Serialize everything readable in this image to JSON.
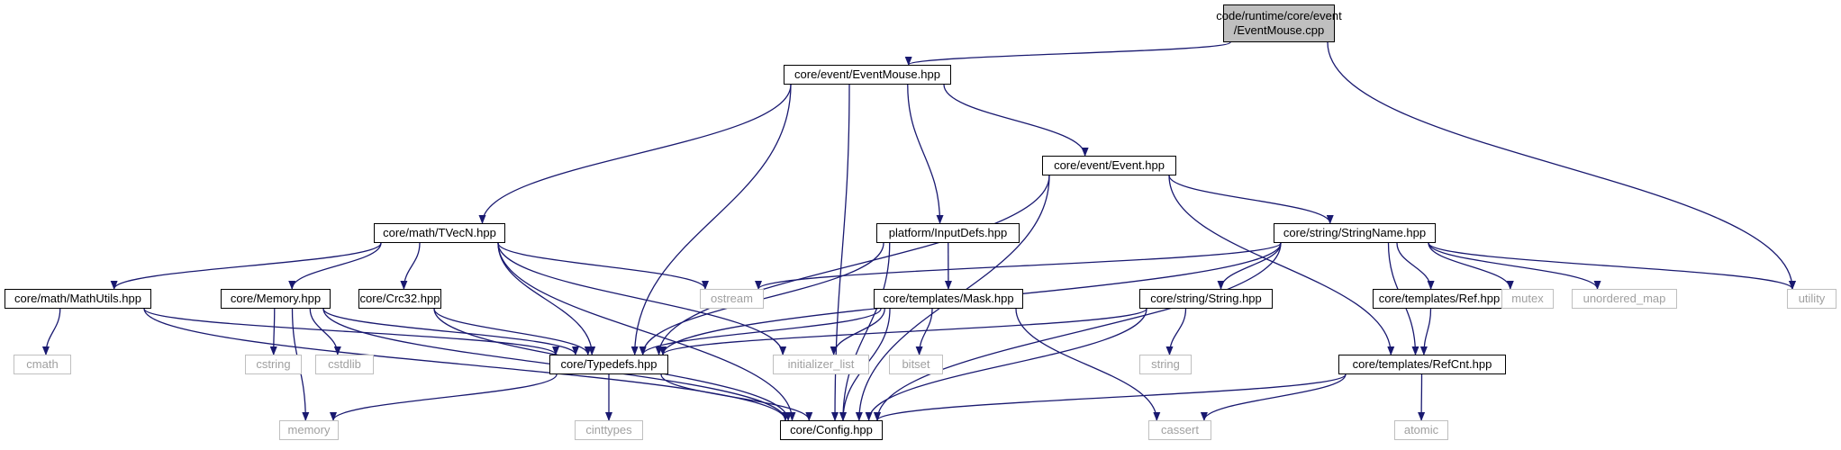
{
  "colors": {
    "edge": "#191970",
    "root_fill": "#bfbfbf",
    "external_border": "#bfbfbf",
    "external_text": "#a0a0a0"
  },
  "nodes": {
    "root": [
      "code/runtime/core/event",
      "/EventMouse.cpp"
    ],
    "event_mouse_hpp": "core/event/EventMouse.hpp",
    "event_hpp": "core/event/Event.hpp",
    "tvecn_hpp": "core/math/TVecN.hpp",
    "input_defs_hpp": "platform/InputDefs.hpp",
    "string_name_hpp": "core/string/StringName.hpp",
    "math_utils_hpp": "core/math/MathUtils.hpp",
    "memory_hpp": "core/Memory.hpp",
    "crc32_hpp": "core/Crc32.hpp",
    "ostream": "ostream",
    "mask_hpp": "core/templates/Mask.hpp",
    "string_hpp": "core/string/String.hpp",
    "ref_hpp": "core/templates/Ref.hpp",
    "mutex": "mutex",
    "unordered_map": "unordered_map",
    "utility": "utility",
    "cmath": "cmath",
    "cstring": "cstring",
    "cstdlib": "cstdlib",
    "typedefs_hpp": "core/Typedefs.hpp",
    "initializer_list": "initializer_list",
    "bitset": "bitset",
    "string": "string",
    "refcnt_hpp": "core/templates/RefCnt.hpp",
    "memory": "memory",
    "cinttypes": "cinttypes",
    "config_hpp": "core/Config.hpp",
    "cassert": "cassert",
    "atomic": "atomic"
  },
  "edges": [
    [
      "root",
      "event_mouse_hpp"
    ],
    [
      "root",
      "utility"
    ],
    [
      "event_mouse_hpp",
      "tvecn_hpp"
    ],
    [
      "event_mouse_hpp",
      "typedefs_hpp"
    ],
    [
      "event_mouse_hpp",
      "config_hpp"
    ],
    [
      "event_mouse_hpp",
      "input_defs_hpp"
    ],
    [
      "event_mouse_hpp",
      "event_hpp"
    ],
    [
      "event_hpp",
      "typedefs_hpp"
    ],
    [
      "event_hpp",
      "config_hpp"
    ],
    [
      "event_hpp",
      "string_name_hpp"
    ],
    [
      "event_hpp",
      "refcnt_hpp"
    ],
    [
      "tvecn_hpp",
      "math_utils_hpp"
    ],
    [
      "tvecn_hpp",
      "memory_hpp"
    ],
    [
      "tvecn_hpp",
      "crc32_hpp"
    ],
    [
      "tvecn_hpp",
      "ostream"
    ],
    [
      "tvecn_hpp",
      "typedefs_hpp"
    ],
    [
      "tvecn_hpp",
      "initializer_list"
    ],
    [
      "tvecn_hpp",
      "config_hpp"
    ],
    [
      "input_defs_hpp",
      "typedefs_hpp"
    ],
    [
      "input_defs_hpp",
      "mask_hpp"
    ],
    [
      "input_defs_hpp",
      "config_hpp"
    ],
    [
      "string_name_hpp",
      "ostream"
    ],
    [
      "string_name_hpp",
      "typedefs_hpp"
    ],
    [
      "string_name_hpp",
      "string_hpp"
    ],
    [
      "string_name_hpp",
      "ref_hpp"
    ],
    [
      "string_name_hpp",
      "mutex"
    ],
    [
      "string_name_hpp",
      "unordered_map"
    ],
    [
      "string_name_hpp",
      "utility"
    ],
    [
      "string_name_hpp",
      "refcnt_hpp"
    ],
    [
      "string_name_hpp",
      "config_hpp"
    ],
    [
      "math_utils_hpp",
      "cmath"
    ],
    [
      "math_utils_hpp",
      "typedefs_hpp"
    ],
    [
      "math_utils_hpp",
      "config_hpp"
    ],
    [
      "memory_hpp",
      "cstring"
    ],
    [
      "memory_hpp",
      "cstdlib"
    ],
    [
      "memory_hpp",
      "memory"
    ],
    [
      "memory_hpp",
      "typedefs_hpp"
    ],
    [
      "memory_hpp",
      "config_hpp"
    ],
    [
      "crc32_hpp",
      "typedefs_hpp"
    ],
    [
      "crc32_hpp",
      "config_hpp"
    ],
    [
      "mask_hpp",
      "typedefs_hpp"
    ],
    [
      "mask_hpp",
      "initializer_list"
    ],
    [
      "mask_hpp",
      "bitset"
    ],
    [
      "mask_hpp",
      "cassert"
    ],
    [
      "mask_hpp",
      "config_hpp"
    ],
    [
      "string_hpp",
      "typedefs_hpp"
    ],
    [
      "string_hpp",
      "string"
    ],
    [
      "string_hpp",
      "config_hpp"
    ],
    [
      "ref_hpp",
      "refcnt_hpp"
    ],
    [
      "refcnt_hpp",
      "config_hpp"
    ],
    [
      "refcnt_hpp",
      "cassert"
    ],
    [
      "refcnt_hpp",
      "atomic"
    ],
    [
      "typedefs_hpp",
      "memory"
    ],
    [
      "typedefs_hpp",
      "cinttypes"
    ],
    [
      "typedefs_hpp",
      "config_hpp"
    ]
  ]
}
